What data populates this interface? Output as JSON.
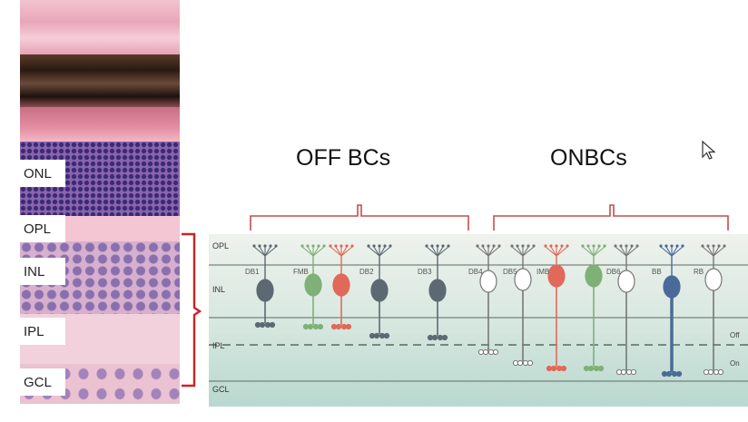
{
  "histology": {
    "layer_labels": [
      "ONL",
      "OPL",
      "INL",
      "IPL",
      "GCL"
    ]
  },
  "headings": {
    "off": "OFF BCs",
    "on": "ONBCs"
  },
  "diagram": {
    "layer_labels": {
      "opl": "OPL",
      "inl": "INL",
      "ipl": "IPL",
      "gcl": "GCL"
    },
    "sublamina_labels": {
      "off": "Off",
      "on": "On"
    },
    "cells": [
      {
        "name": "DB1",
        "group": "off",
        "color": "#5d6972"
      },
      {
        "name": "FMB",
        "group": "off",
        "color": "#7fb077"
      },
      {
        "name": "",
        "group": "off",
        "color": "#e0695a"
      },
      {
        "name": "DB2",
        "group": "off",
        "color": "#5d6972"
      },
      {
        "name": "DB3",
        "group": "off",
        "color": "#5d6972"
      },
      {
        "name": "DB4",
        "group": "on",
        "color": "#ffffff"
      },
      {
        "name": "DB5",
        "group": "on",
        "color": "#ffffff"
      },
      {
        "name": "IMB",
        "group": "on",
        "color": "#e0695a"
      },
      {
        "name": "",
        "group": "on",
        "color": "#7fb077"
      },
      {
        "name": "DB6",
        "group": "on",
        "color": "#ffffff"
      },
      {
        "name": "BB",
        "group": "on",
        "color": "#4a6a9a"
      },
      {
        "name": "RB",
        "group": "on",
        "color": "#ffffff"
      }
    ]
  },
  "colors": {
    "bracket_red": "#cc2222",
    "off_bracket": "#c0504d",
    "diagram_bg_top": "#dfe9e2",
    "diagram_bg_bottom": "#bcd9d0"
  },
  "icons": [
    "mouse-cursor-icon"
  ]
}
